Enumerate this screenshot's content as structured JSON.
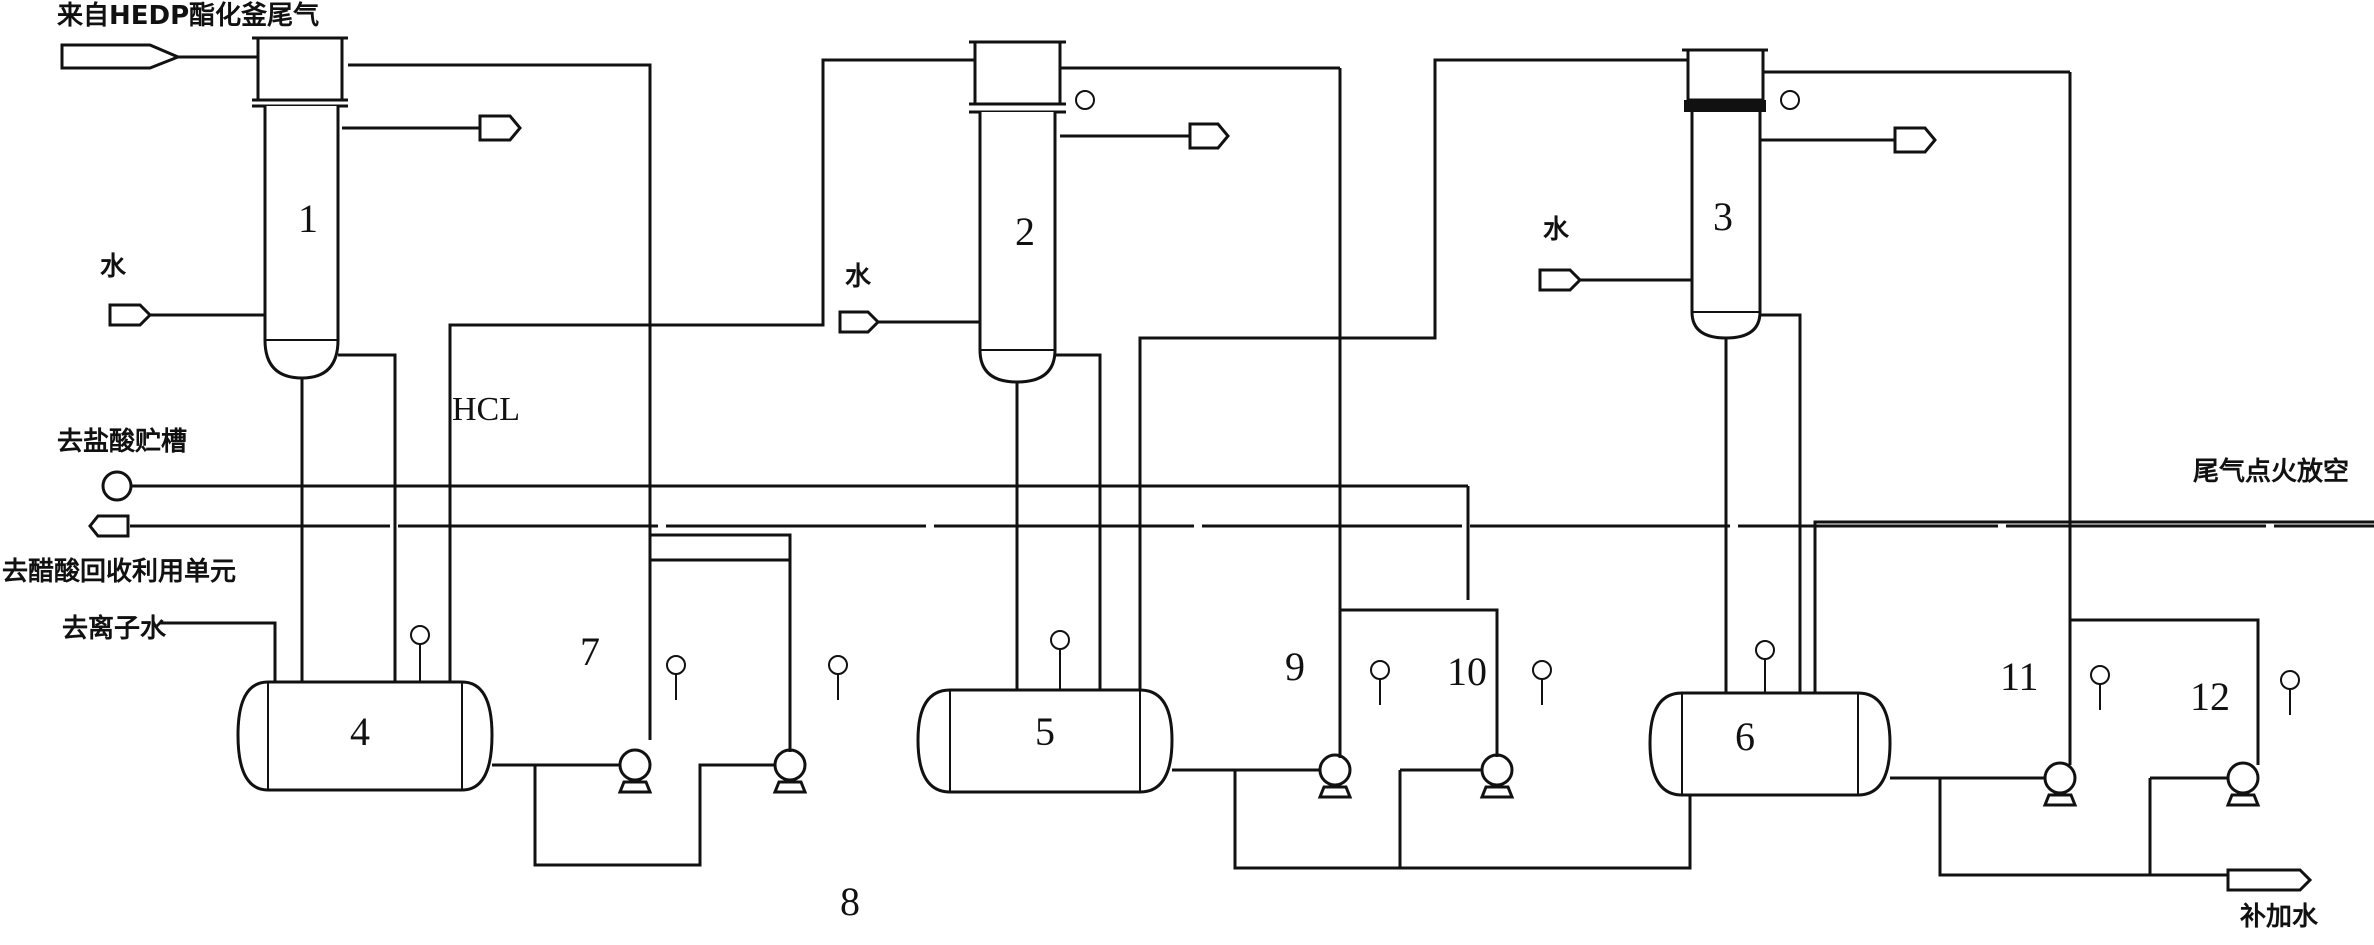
{
  "labels": {
    "source_gas": "来自HEDP酯化釜尾气",
    "water_1": "水",
    "water_2": "水",
    "water_3": "水",
    "hcl": "HCL",
    "to_hcl_tank": "去盐酸贮槽",
    "to_acetic_recovery": "去醋酸回收利用单元",
    "to_deionized_water": "去离子水",
    "tail_gas_flare": "尾气点火放空",
    "makeup_water": "补加水"
  },
  "equipment": {
    "column_1": "1",
    "column_2": "2",
    "column_3": "3",
    "tank_4": "4",
    "tank_5": "5",
    "tank_6": "6",
    "pump_7": "7",
    "pump_8": "8",
    "pump_9": "9",
    "pump_10": "10",
    "pump_11": "11",
    "pump_12": "12"
  }
}
